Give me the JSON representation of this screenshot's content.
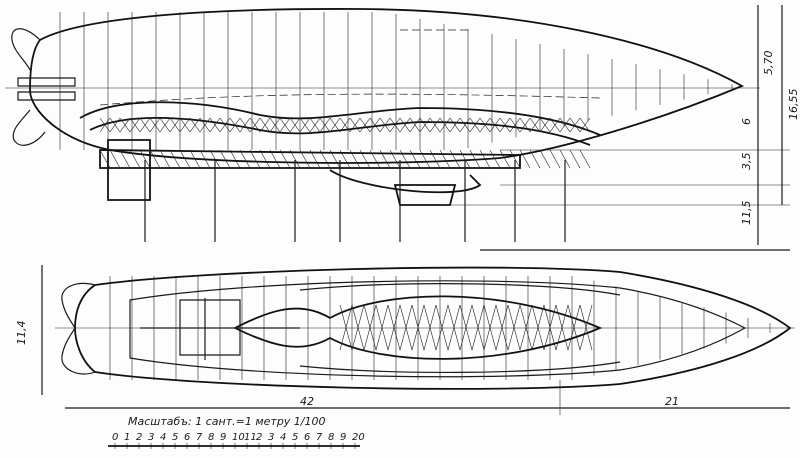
{
  "side_view": {
    "dimensions": {
      "top_height": "5,70",
      "envelope_lower": "6",
      "car_height": "3,5",
      "ground_clearance": "11,5",
      "total_height": "16,55"
    }
  },
  "plan_view": {
    "dimensions": {
      "width": "11,4",
      "main_length": "42",
      "nose_length": "21"
    }
  },
  "scale_bar": {
    "caption": "Масштабъ: 1 сант.=1 метру 1/100",
    "ticks": [
      "0",
      "1",
      "2",
      "3",
      "4",
      "5",
      "6",
      "7",
      "8",
      "9",
      "10",
      "11",
      "2",
      "3",
      "4",
      "5",
      "6",
      "7",
      "8",
      "9",
      "20"
    ]
  }
}
